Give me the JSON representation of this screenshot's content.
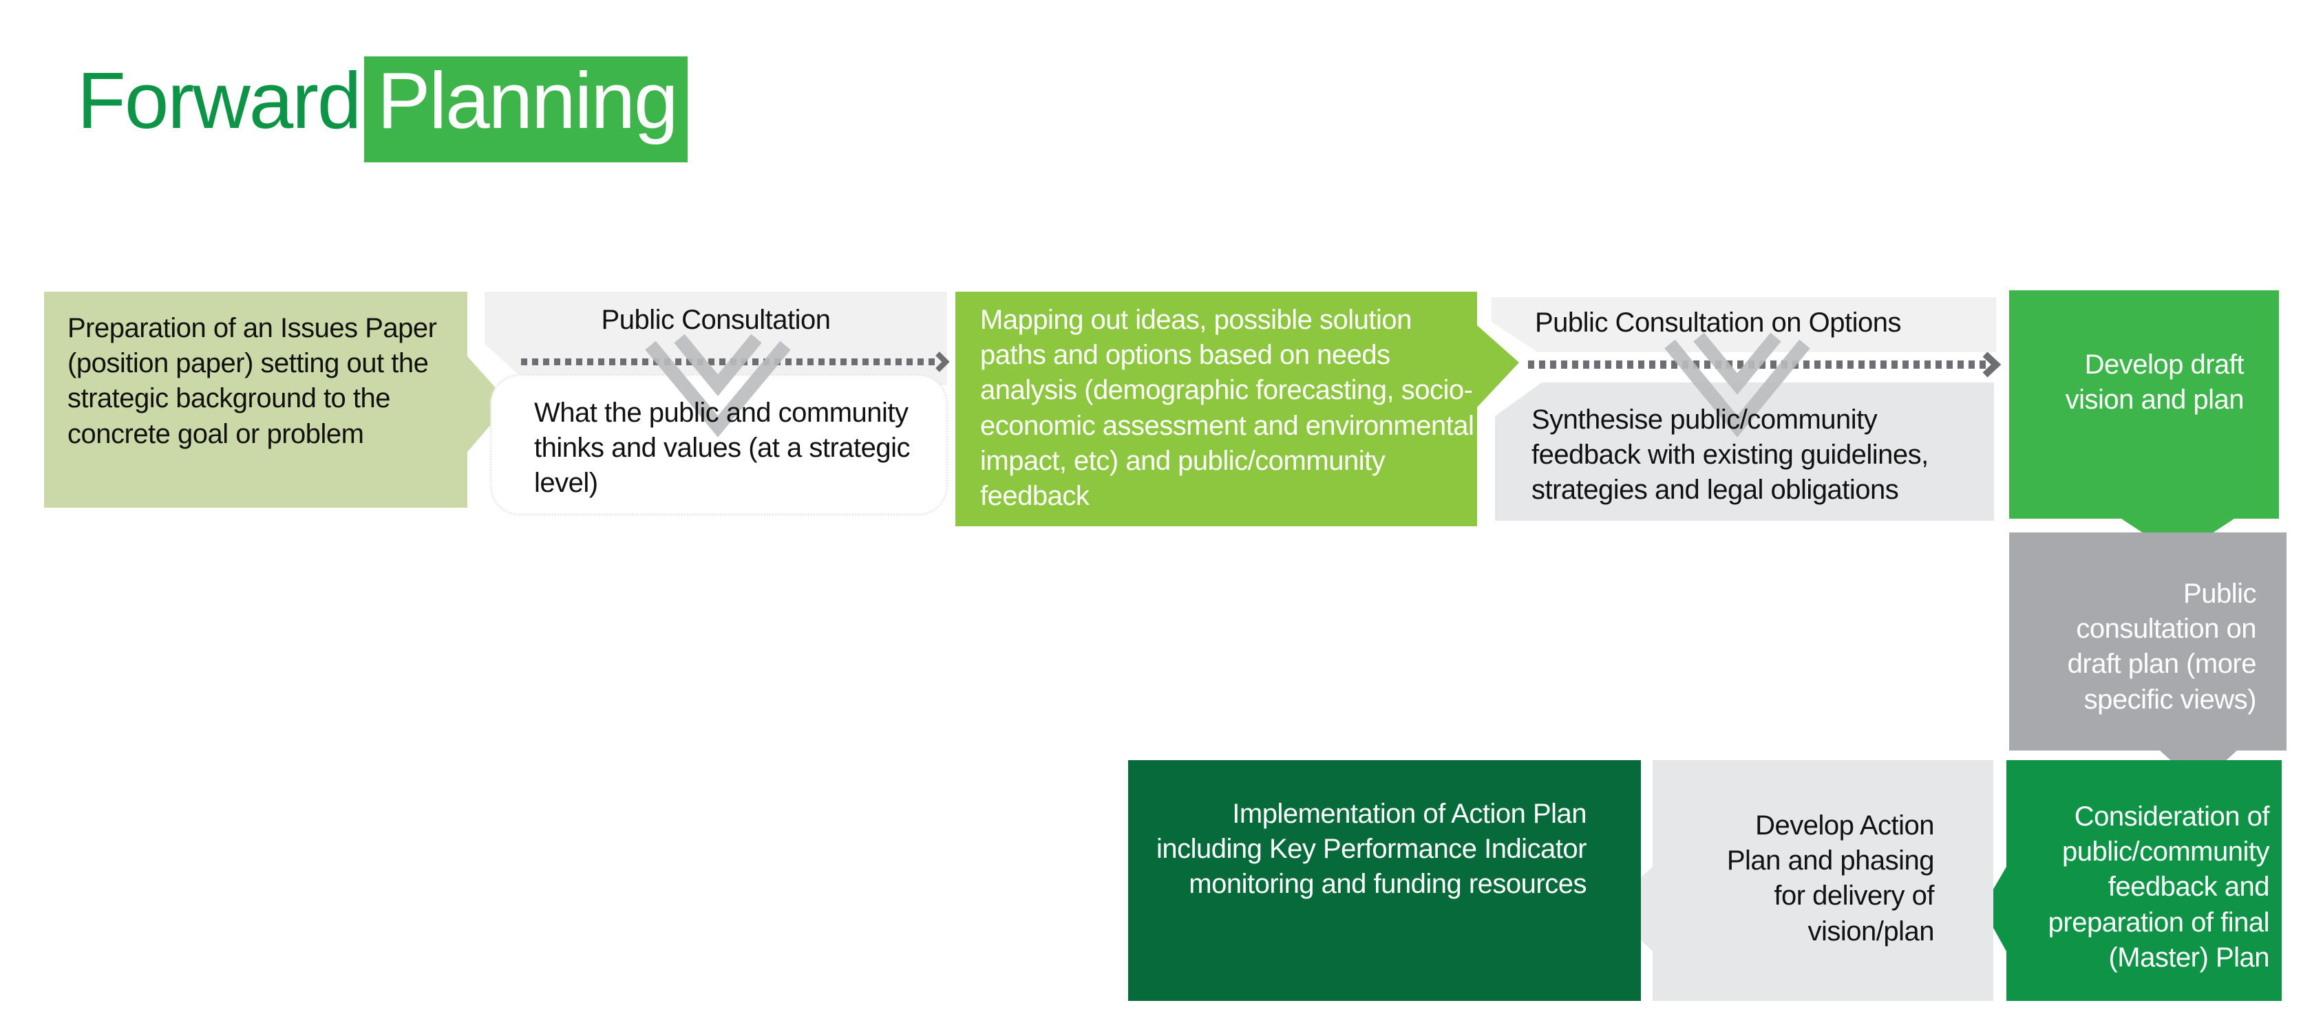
{
  "title": {
    "word1": "Forward",
    "word2": "Planning"
  },
  "colors": {
    "title_green": "#0e9447",
    "title_box": "#3db54a",
    "step1_bg": "#cbd9a8",
    "consult_header_bg": "#f1f1f2",
    "consult_body_bg": "#e6e7e8",
    "step3_bg": "#8dc63f",
    "draft_vision_bg": "#3db54a",
    "consult_draft_bg": "#a7a9ac",
    "final_plan_bg": "#0f9347",
    "action_plan_bg": "#e6e7e8",
    "implementation_bg": "#066a3a",
    "dotted_arrow": "#6d6e71",
    "chevron": "#bcbec0"
  },
  "steps": {
    "issues_paper": "Preparation of an Issues Paper (position paper) setting out the strategic background to the concrete goal or problem",
    "consultation1": {
      "heading": "Public Consultation",
      "body": "What the public and community thinks and values (at a strategic level)"
    },
    "mapping": "Mapping out ideas, possible solution paths and options based on needs analysis (demographic forecasting, socio-economic assessment and environmental impact, etc) and public/community feedback",
    "consultation2": {
      "heading": "Public Consultation on Options",
      "body": "Synthesise public/community feedback with existing guidelines, strategies and legal obligations"
    },
    "draft_vision": "Develop draft vision and plan",
    "consult_draft": "Public consultation on draft plan (more specific views)",
    "final_plan": "Consideration of public/community feedback and preparation of final (Master) Plan",
    "action_plan": "Develop Action Plan and phasing for delivery of vision/plan",
    "implementation": "Implementation of Action Plan including Key Performance Indicator monitoring and funding resources"
  },
  "icons": {
    "flow_arrow": "dotted-arrow-right",
    "feedback_chevron": "double-chevron-down"
  }
}
